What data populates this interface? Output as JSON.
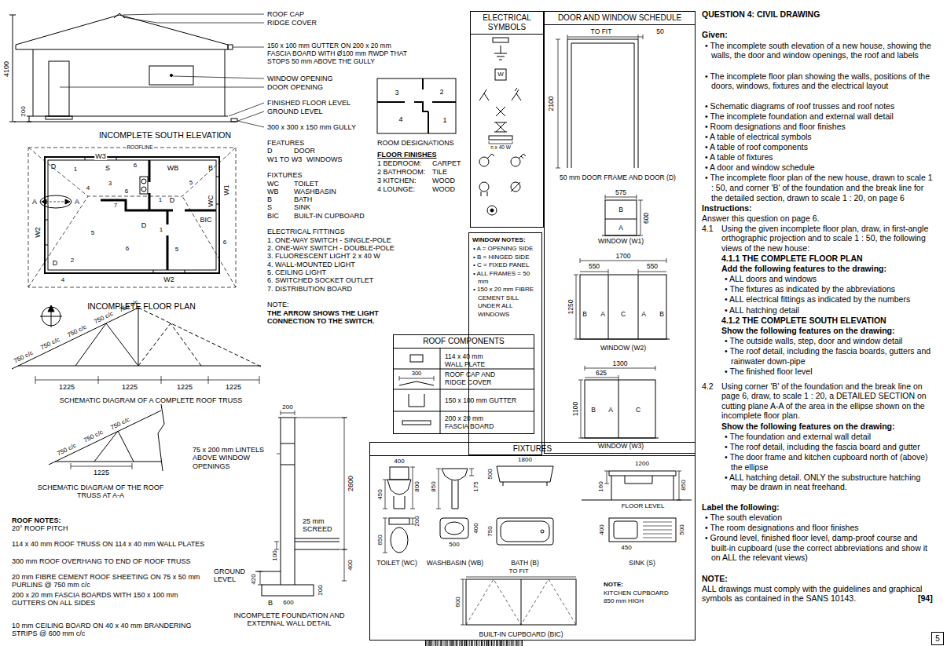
{
  "diagram": {
    "title": "QUESTION 4: CIVIL DRAWING",
    "nodes": [
      {
        "text": [
          "ELECTRICAL SYMBOLS"
        ]
      },
      {
        "text": [
          "DOOR AND WINDOW SCHEDULE"
        ]
      },
      {
        "text": [
          "WINDOW NOTES:",
          "• A = OPENING SIDE",
          "• B = HINGED SIDE",
          "• C = FIXED PANEL",
          "• ALL FRAMES = 50 mm",
          "• 150 x 20 mm FIBRE CEMENT SILL UNDER ALL WINDOWS"
        ]
      },
      {
        "text": [
          "ROOF COMPONENTS"
        ]
      },
      {
        "text": [
          "FIXTURES"
        ]
      },
      {
        "text": [
          "5"
        ]
      }
    ],
    "labels": [
      "4100",
      "200",
      "ROOF CAP",
      "RIDGE COVER",
      "150 x 100 mm GUTTER ON 200 x 20 mm FASCIA BOARD WITH Ø100 mm RWDP THAT STOPS 50 mm ABOVE THE GULLY",
      "WINDOW OPENING",
      "DOOR OPENING",
      "FINISHED FLOOR LEVEL",
      "GROUND LEVEL",
      "300 x 300 x 150 mm GULLY",
      "INCOMPLETE SOUTH ELEVATION",
      "ROOFLINE",
      "W3",
      "D",
      "1",
      "S",
      "6",
      "WB",
      "B",
      "3",
      "5",
      "4",
      "6",
      "W1",
      "WC",
      "1",
      "D",
      "A",
      "A",
      "7",
      "BIC",
      "D",
      "1",
      "W2",
      "5",
      "6",
      "6",
      "5",
      "2",
      "D",
      "4",
      "W2",
      "INCOMPLETE FLOOR PLAN",
      "FEATURES",
      "D",
      "DOOR",
      "W1 TO W3",
      "WINDOWS",
      "FIXTURES",
      "WC",
      "TOILET",
      "WB",
      "WASHBASIN",
      "B",
      "BATH",
      "S",
      "SINK",
      "BIC",
      "BUILT-IN CUPBOARD",
      "ELECTRICAL FITTINGS",
      "1. ONE-WAY SWITCH - SINGLE-POLE",
      "2. ONE-WAY SWITCH - DOUBLE-POLE",
      "3. FLUORESCENT LIGHT 2 x 40 W",
      "4. WALL-MOUNTED LIGHT",
      "5. CEILING LIGHT",
      "6. SWITCHED SOCKET OUTLET",
      "7. DISTRIBUTION BOARD",
      "NOTE:",
      "THE ARROW SHOWS THE LIGHT CONNECTION TO THE SWITCH.",
      "3",
      "2",
      "4",
      "1",
      "ROOM DESIGNATIONS",
      "FLOOR FINISHES",
      "1 BEDROOM:",
      "CARPET",
      "2 BATHROOM:",
      "TILE",
      "3 KITCHEN:",
      "WOOD",
      "4 LOUNGE:",
      "WOOD",
      "750 c/c",
      "750 c/c",
      "750 c/c",
      "750 c/c",
      "750 c/c",
      "1225",
      "1225",
      "1225",
      "1225",
      "SCHEMATIC DIAGRAM OF A COMPLETE ROOF TRUSS",
      "750 c/c",
      "750 c/c",
      "750 c/c",
      "1225",
      "SCHEMATIC DIAGRAM OF THE ROOF TRUSS AT A-A",
      "ROOF NOTES:",
      "20° ROOF PITCH",
      "114 x 40 mm ROOF TRUSS ON 114 x 40 mm WALL PLATES",
      "300 mm ROOF OVERHANG TO END OF ROOF TRUSS",
      "20 mm FIBRE CEMENT ROOF SHEETING ON 75 x 50 mm PURLINS @ 750 mm c/c",
      "200 x 20 mm FASCIA BOARDS WITH 150 x 100 mm GUTTERS ON ALL SIDES",
      "10 mm CEILING BOARD ON 40 x 40 mm BRANDERING STRIPS @ 600 mm c/c",
      "200",
      "75 x 200 mm LINTELS ABOVE WINDOW OPENINGS",
      "2600",
      "25 mm SCREED",
      "100",
      "400",
      "GROUND LEVEL",
      "420",
      "200",
      "B",
      "600",
      "INCOMPLETE FOUNDATION AND EXTERNAL WALL DETAIL",
      "W",
      "n x 40 W",
      "TO FIT",
      "50",
      "2100",
      "50 mm DOOR FRAME AND DOOR (D)",
      "575",
      "B",
      "A",
      "600",
      "WINDOW (W1)",
      "1700",
      "550",
      "550",
      "1250",
      "B",
      "A",
      "C",
      "A",
      "B",
      "WINDOW (W2)",
      "1300",
      "625",
      "1100",
      "B",
      "A",
      "C",
      "WINDOW (W3)",
      "114 x 40 mm WALL PLATE",
      "300",
      "ROOF CAP AND RIDGE COVER",
      "150 x 100 mm GUTTER",
      "200 x 20 mm FASCIA BOARD",
      "400",
      "450",
      "800",
      "650",
      "200",
      "TOILET (WC)",
      "850",
      "175",
      "500",
      "400",
      "WASHBASIN (WB)",
      "1800",
      "500",
      "750",
      "BATH (B)",
      "160",
      "1200",
      "850",
      "FLOOR LEVEL",
      "400",
      "500",
      "450",
      "SINK (S)",
      "TO FIT",
      "600",
      "BUILT-IN CUPBOARD (BIC)",
      "NOTE:",
      "KITCHEN CUPBOARD 850 mm HIGH",
      "Given:",
      "• The incomplete south elevation of a new house, showing the walls, the door and window openings, the roof and labels",
      "• The incomplete floor plan showing the walls, positions of the doors, windows, fixtures and the electrical layout",
      "• Schematic diagrams of roof trusses and roof notes",
      "• The incomplete foundation and external wall detail",
      "• Room designations and floor finishes",
      "• A table of electrical symbols",
      "• A table of roof components",
      "• A table of fixtures",
      "• A door and window schedule",
      "• The incomplete floor plan of the new house, drawn to scale 1 : 50, and corner 'B' of the foundation and the break line for the detailed section, drawn to scale 1 : 20, on page 6",
      "Instructions:",
      "Answer this question on page 6.",
      "4.1",
      "Using the given incomplete floor plan, draw, in first-angle orthographic projection and to scale 1 : 50, the following views of the new house:",
      "4.1.1 THE COMPLETE FLOOR PLAN",
      "Add the following features to the drawing:",
      "• ALL doors and windows",
      "• The fixtures as indicated by the abbreviations",
      "• ALL electrical fittings as indicated by the numbers",
      "• ALL hatching detail",
      "4.1.2 THE COMPLETE SOUTH ELEVATION",
      "Show the following features on the drawing:",
      "• The outside walls, step, door and window detail",
      "• The roof detail, including the fascia boards, gutters and rainwater down-pipe",
      "• The finished floor level",
      "4.2",
      "Using corner 'B' of the foundation and the break line on page 6, draw, to scale 1 : 20, a DETAILED SECTION on cutting plane A-A of the area in the ellipse shown on the incomplete floor plan.",
      "Show the following features on the drawing:",
      "• The foundation and external wall detail",
      "• The roof detail, including the fascia board and gutter",
      "• The door frame and kitchen cupboard north of (above) the ellipse",
      "• ALL hatching detail. ONLY the substructure hatching may be drawn in neat freehand.",
      "Label the following:",
      "• The south elevation",
      "• The room designations and floor finishes",
      "• Ground level, finished floor level, damp-proof course and built-in cupboard (use the correct abbreviations and show it on ALL the relevant views)",
      "NOTE:",
      "ALL drawings must comply with the guidelines and graphical symbols as contained in the SANS 10143.",
      "[94]"
    ]
  }
}
